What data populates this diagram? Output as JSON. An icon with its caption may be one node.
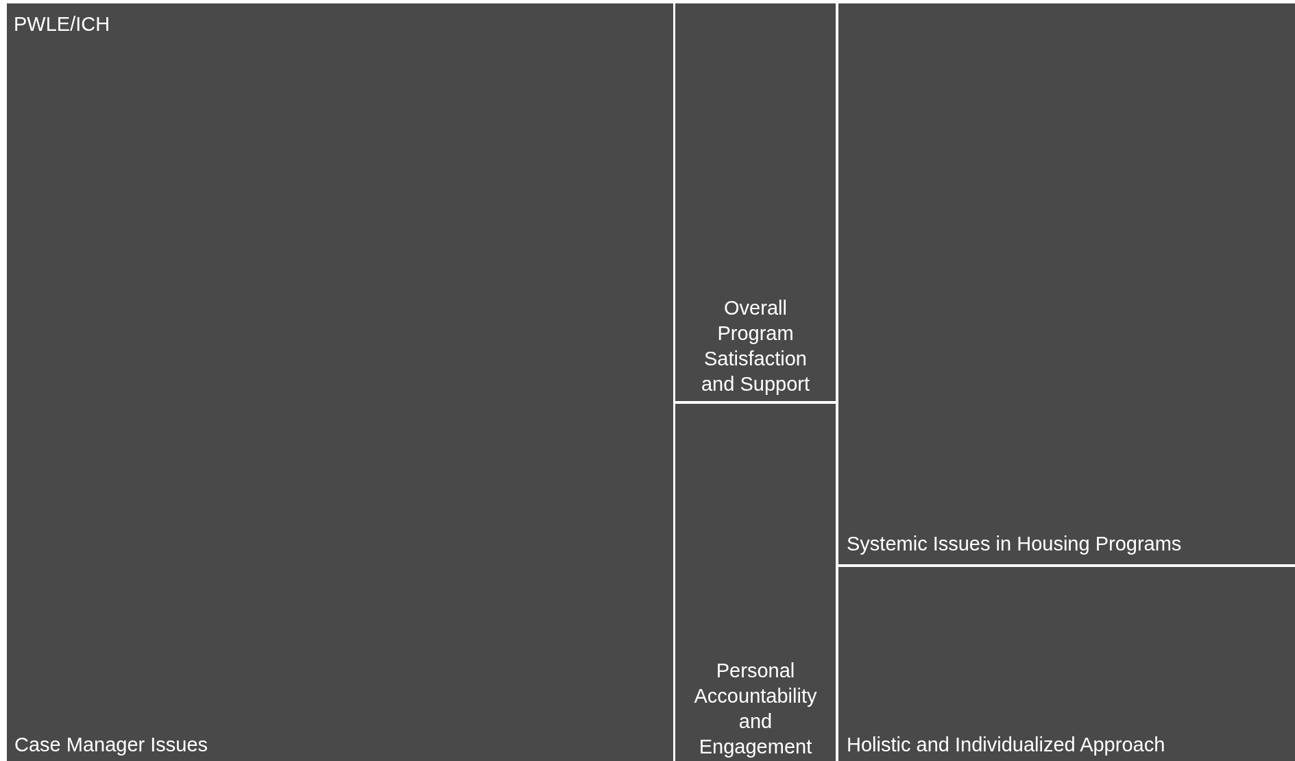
{
  "diagram": {
    "nodes": [
      {
        "text": [
          "Case Manager Issues"
        ]
      },
      {
        "text": [
          "Overall Program Satisfaction and Support"
        ]
      },
      {
        "text": [
          "Personal Accountability and Engagement"
        ]
      },
      {
        "text": [
          "Systemic Issues in Housing Programs"
        ]
      },
      {
        "text": [
          "Holistic and Individualized Approach"
        ]
      }
    ],
    "labels": [
      "PWLE/ICH"
    ]
  }
}
